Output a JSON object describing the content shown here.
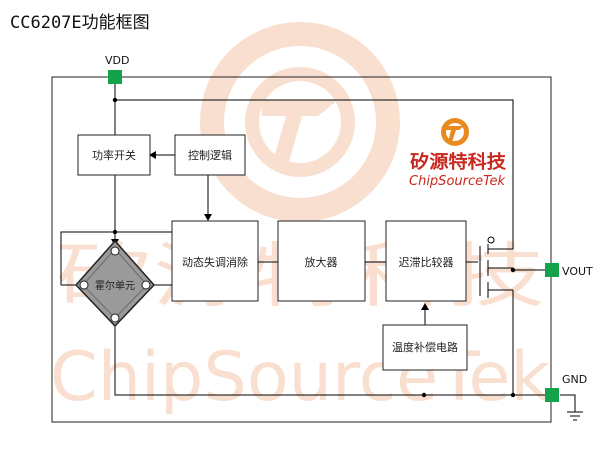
{
  "title": "CC6207E功能框图",
  "pins": {
    "vdd": "VDD",
    "vout": "VOUT",
    "gnd": "GND"
  },
  "blocks": {
    "power_switch": "功率开关",
    "control_logic": "控制逻辑",
    "hall": "霍尔单元",
    "dynamic_offset": "动态失调消除",
    "amplifier": "放大器",
    "hysteresis_comparator": "迟滞比较器",
    "temp_compensation": "温度补偿电路"
  },
  "logo": {
    "cn": "矽源特科技",
    "en": "ChipSourceTek"
  },
  "watermark": {
    "cn": "矽源特科技",
    "en": "ChipSourceTek"
  },
  "colors": {
    "pin": "#13a34a",
    "line": "#000000",
    "hall_fill": "#9a9a9a",
    "logo_red": "#c8281e",
    "logo_orange": "#e88a1f",
    "watermark": "#f5c6a8"
  }
}
